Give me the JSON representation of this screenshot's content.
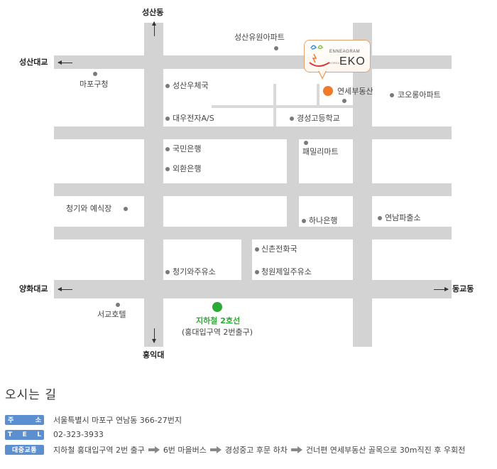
{
  "map": {
    "directions": {
      "north": "성산동",
      "west": "성산대교",
      "southwest": "양화대교",
      "east": "동교동",
      "south": "홍익대"
    },
    "landmarks": [
      {
        "key": "seongsan-yuwon-apt",
        "label": "성산유원아파트"
      },
      {
        "key": "mapo-gu-office",
        "label": "마포구청"
      },
      {
        "key": "seongsan-post-office",
        "label": "성산우체국"
      },
      {
        "key": "daewoo-electronics-as",
        "label": "대우전자A/S"
      },
      {
        "key": "gyeongseong-high-school",
        "label": "경성고등학교"
      },
      {
        "key": "kolon-apt",
        "label": "코오롱아파트"
      },
      {
        "key": "kookmin-bank",
        "label": "국민은행"
      },
      {
        "key": "korea-exchange-bank",
        "label": "외환은행"
      },
      {
        "key": "family-mart",
        "label": "패밀리마트"
      },
      {
        "key": "cheonggiwa-wedding-hall",
        "label": "청기와 예식장"
      },
      {
        "key": "hana-bank",
        "label": "하나은행"
      },
      {
        "key": "yeonnam-police-box",
        "label": "연남파출소"
      },
      {
        "key": "sinchon-telephone-office",
        "label": "신촌전화국"
      },
      {
        "key": "cheonggiwa-gas-station",
        "label": "청기와주유소"
      },
      {
        "key": "cheongwon-gas-station",
        "label": "청원제일주유소"
      },
      {
        "key": "seogyo-hotel",
        "label": "서교호텔"
      }
    ],
    "destination": {
      "label": "연세부동산",
      "color": "#f07a2a"
    },
    "logo": {
      "brand": "EKO",
      "line": "ENNEAGRAM",
      "tiny": "KOREA"
    },
    "subway": {
      "label": "지하철 2호선",
      "sublabel": "(홍대입구역 2번출구)",
      "color": "#2fa935"
    }
  },
  "directions_section": {
    "title": "오시는 길",
    "rows": [
      {
        "badge": [
          "주",
          "소"
        ],
        "text": "서울특별시 마포구 연남동 366-27번지"
      },
      {
        "badge": [
          "T",
          "E",
          "L"
        ],
        "text": "02-323-3933"
      },
      {
        "badge": [
          "대중교통"
        ],
        "route": [
          "지하철 홍대입구역 2번 출구",
          "6번 마을버스",
          "경성중고 후문 하차",
          "건너편 연세부동산 골목으로 30m직진 후 우회전"
        ]
      }
    ],
    "badge_color": "#5c8fcf"
  }
}
